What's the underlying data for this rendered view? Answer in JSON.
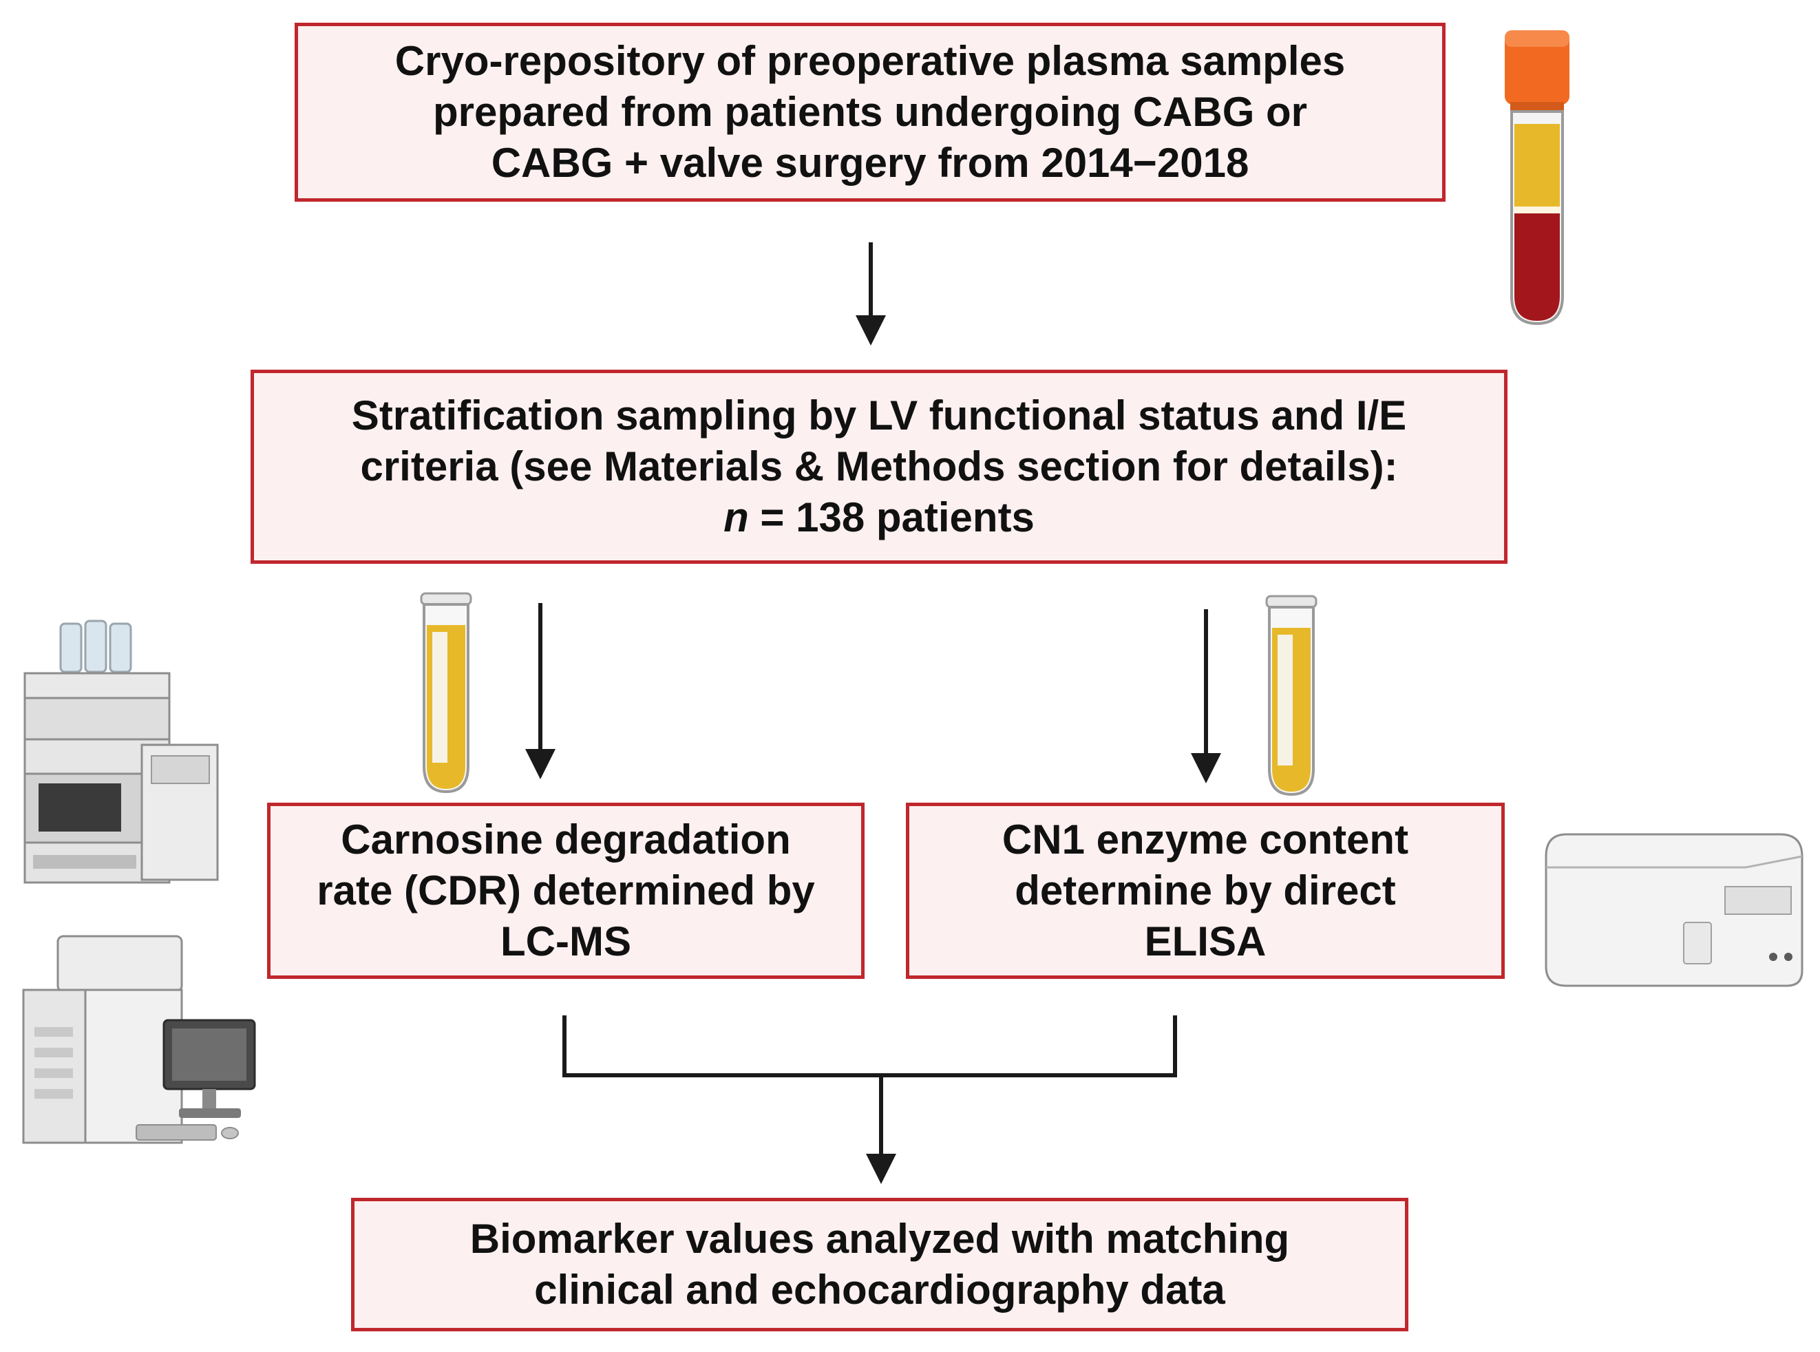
{
  "boxes": {
    "repository": {
      "lines": [
        "Cryo-repository of preoperative plasma samples",
        "prepared from patients undergoing CABG or",
        "CABG + valve surgery from 2014−2018"
      ]
    },
    "stratification": {
      "lines": [
        "Stratification sampling by LV functional status and I/E",
        "criteria (see Materials & Methods section for details):"
      ],
      "n_symbol": "n",
      "n_rest": " = 138 patients"
    },
    "cdr": {
      "lines": [
        "Carnosine degradation",
        "rate (CDR) determined by",
        "LC-MS"
      ]
    },
    "cn1": {
      "lines": [
        "CN1 enzyme content",
        "determine by direct",
        "ELISA"
      ]
    },
    "biomarker": {
      "lines": [
        "Biomarker values analyzed with matching",
        "clinical and echocardiography data"
      ]
    }
  },
  "colors": {
    "box_border": "#c0272d",
    "box_fill": "#fdf0f0",
    "arrow": "#1a1a1a",
    "plasma": "#e7b92a",
    "blood": "#a3161b",
    "cap": "#f26a21"
  },
  "icons": [
    "blood-tube-icon",
    "plasma-tube-icon",
    "hplc-instrument-icon",
    "mass-spectrometer-icon",
    "plate-reader-icon"
  ]
}
